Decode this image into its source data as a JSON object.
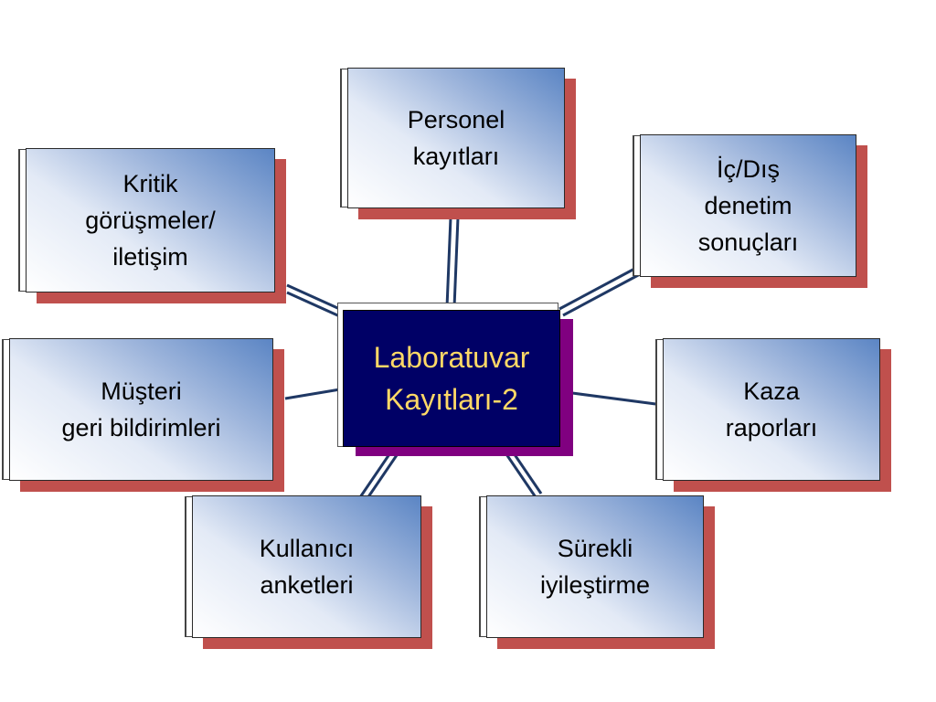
{
  "diagram": {
    "center": {
      "line1": "Laboratuvar",
      "line2": "Kayıtları-2"
    },
    "nodes": {
      "personel": "Personel\nkayıtları",
      "kritik": "Kritik\ngörüşmeler/\niletişim",
      "denetim": "İç/Dış\ndenetim\nsonuçları",
      "musteri": "Müşteri\ngeri bildirimleri",
      "kaza": "Kaza\nraporları",
      "kullanici": "Kullanıcı\nanketleri",
      "surekli": "Sürekli\niyileştirme"
    },
    "colors": {
      "center_fill": "#000066",
      "center_text": "#ffd966",
      "center_shadow": "#800080",
      "node_shadow": "#c0504d",
      "node_gradient_dark": "#5b85c4",
      "connector": "#1f3864"
    }
  }
}
